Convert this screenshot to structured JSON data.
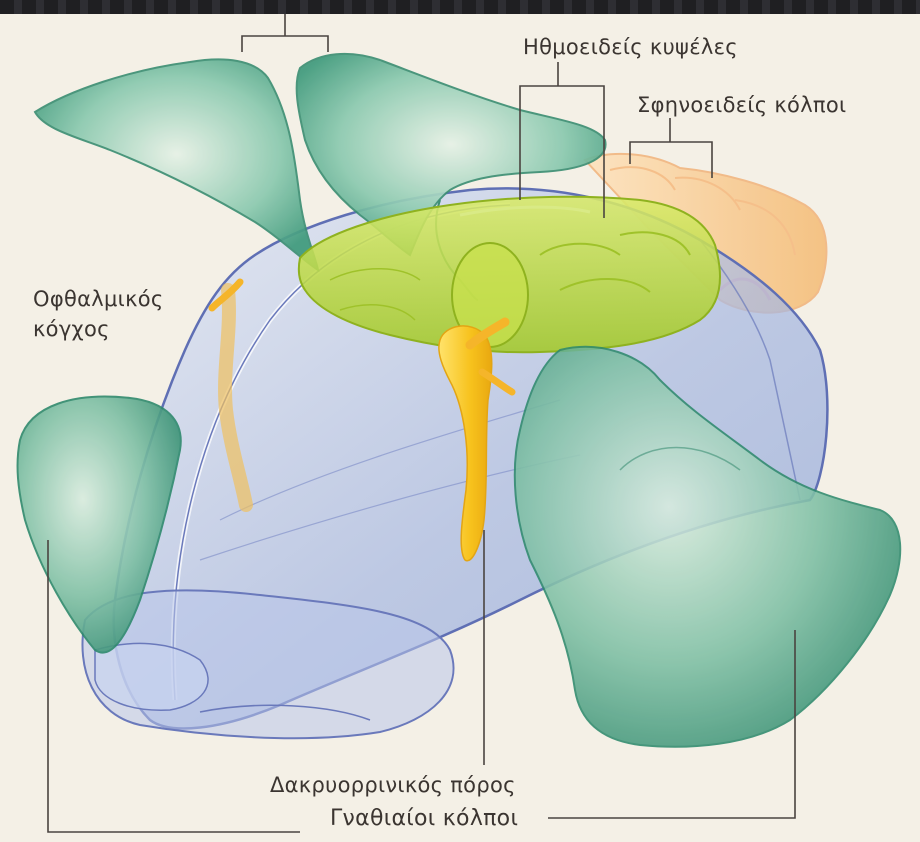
{
  "labels": {
    "ethmoid": "Ηθμοειδείς κυψέλες",
    "sphenoid": "Σφηνοειδείς κόλποι",
    "orbit_line1": "Οφθαλμικός",
    "orbit_line2": "κόγχος",
    "lacrimal": "Δακρυορρινικός πόρος",
    "maxillary": "Γναθιαίοι κόλποι"
  },
  "colors": {
    "frontal_sinus": "#4fa88a",
    "ethmoid_cells": "#b8d636",
    "sphenoid_sinus": "#f7c98f",
    "maxillary_sinus": "#3f9a7c",
    "nasal_cavity": "#9fb4e0",
    "lacrimal_duct": "#f7c21d",
    "background": "#f4f0e6"
  }
}
